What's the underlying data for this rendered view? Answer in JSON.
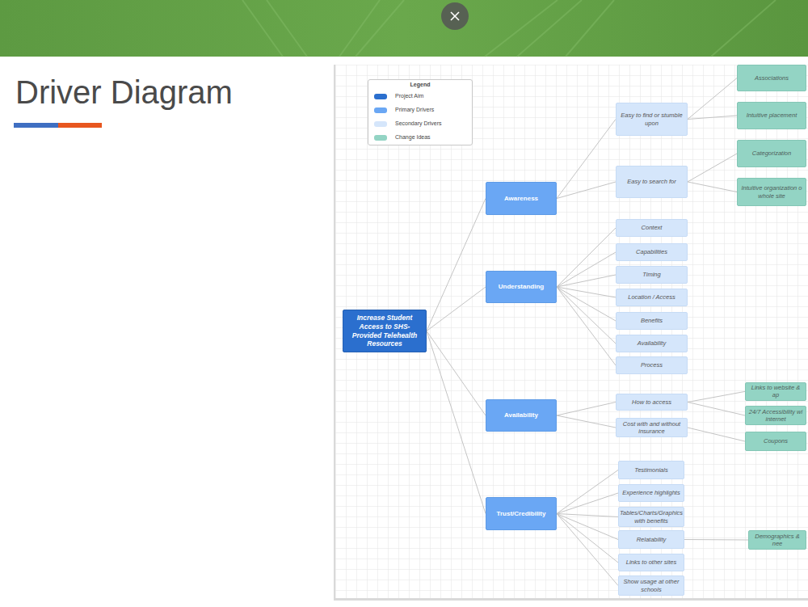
{
  "diagram": {
    "title": "Driver Diagram",
    "nodes": [
      {
        "text": [
          "Increase Student Access to SHS-Provided Telehealth Resources"
        ]
      },
      {
        "text": [
          "Awareness"
        ]
      },
      {
        "text": [
          "Understanding"
        ]
      },
      {
        "text": [
          "Availability"
        ]
      },
      {
        "text": [
          "Trust/Credibility"
        ]
      },
      {
        "text": [
          "Easy to find or stumble upon"
        ]
      },
      {
        "text": [
          "Easy to search for"
        ]
      },
      {
        "text": [
          "Context"
        ]
      },
      {
        "text": [
          "Capabilities"
        ]
      },
      {
        "text": [
          "Timing"
        ]
      },
      {
        "text": [
          "Location / Access"
        ]
      },
      {
        "text": [
          "Benefits"
        ]
      },
      {
        "text": [
          "Availability"
        ]
      },
      {
        "text": [
          "Process"
        ]
      },
      {
        "text": [
          "How to access"
        ]
      },
      {
        "text": [
          "Cost with and without insurance"
        ]
      },
      {
        "text": [
          "Testimonials"
        ]
      },
      {
        "text": [
          "Experience highlights"
        ]
      },
      {
        "text": [
          "Tables/Charts/Graphics with benefits"
        ]
      },
      {
        "text": [
          "Relatability"
        ]
      },
      {
        "text": [
          "Links to other sites"
        ]
      },
      {
        "text": [
          "Show usage at other schools"
        ]
      },
      {
        "text": [
          "Associations"
        ]
      },
      {
        "text": [
          "Intuitive placement"
        ]
      },
      {
        "text": [
          "Categorization"
        ]
      },
      {
        "text": [
          "Intuitive organization o whole site"
        ]
      },
      {
        "text": [
          "Links to website & ap"
        ]
      },
      {
        "text": [
          "24/7 Accessibility wi internet"
        ]
      },
      {
        "text": [
          "Coupons"
        ]
      },
      {
        "text": [
          "Demographics & nee"
        ]
      }
    ],
    "edges": [
      {
        "from": 0,
        "to": 1,
        "arrow": "none"
      },
      {
        "from": 0,
        "to": 2,
        "arrow": "none"
      },
      {
        "from": 0,
        "to": 3,
        "arrow": "none"
      },
      {
        "from": 0,
        "to": 4,
        "arrow": "none"
      },
      {
        "from": 1,
        "to": 5,
        "arrow": "none"
      },
      {
        "from": 1,
        "to": 6,
        "arrow": "none"
      },
      {
        "from": 2,
        "to": 7,
        "arrow": "none"
      },
      {
        "from": 2,
        "to": 8,
        "arrow": "none"
      },
      {
        "from": 2,
        "to": 9,
        "arrow": "none"
      },
      {
        "from": 2,
        "to": 10,
        "arrow": "none"
      },
      {
        "from": 2,
        "to": 11,
        "arrow": "none"
      },
      {
        "from": 2,
        "to": 12,
        "arrow": "none"
      },
      {
        "from": 2,
        "to": 13,
        "arrow": "none"
      },
      {
        "from": 3,
        "to": 14,
        "arrow": "none"
      },
      {
        "from": 3,
        "to": 15,
        "arrow": "none"
      },
      {
        "from": 4,
        "to": 16,
        "arrow": "none"
      },
      {
        "from": 4,
        "to": 17,
        "arrow": "none"
      },
      {
        "from": 4,
        "to": 18,
        "arrow": "none"
      },
      {
        "from": 4,
        "to": 19,
        "arrow": "none"
      },
      {
        "from": 4,
        "to": 20,
        "arrow": "none"
      },
      {
        "from": 4,
        "to": 21,
        "arrow": "none"
      },
      {
        "from": 5,
        "to": 22,
        "arrow": "none"
      },
      {
        "from": 5,
        "to": 23,
        "arrow": "none"
      },
      {
        "from": 6,
        "to": 24,
        "arrow": "none"
      },
      {
        "from": 6,
        "to": 25,
        "arrow": "none"
      },
      {
        "from": 14,
        "to": 26,
        "arrow": "none"
      },
      {
        "from": 14,
        "to": 27,
        "arrow": "none"
      },
      {
        "from": 15,
        "to": 28,
        "arrow": "none"
      },
      {
        "from": 19,
        "to": 29,
        "arrow": "none"
      }
    ],
    "labels": [
      "Legend"
    ],
    "legend": [
      {
        "text": "Project Aim",
        "color": "#2b6fce"
      },
      {
        "text": "Primary Drivers",
        "color": "#6aa7f4"
      },
      {
        "text": "Secondary Drivers",
        "color": "#d5e6fb"
      },
      {
        "text": "Change Ideas",
        "color": "#93d4c4"
      }
    ]
  }
}
